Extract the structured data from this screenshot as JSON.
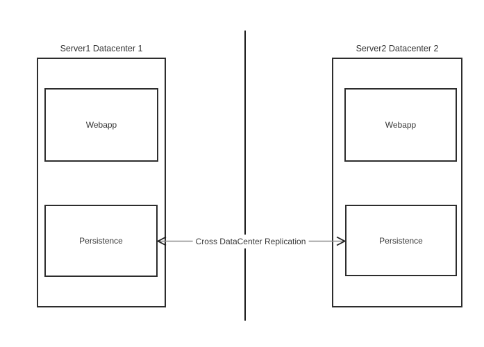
{
  "diagram": {
    "left_server": {
      "title": "Server1 Datacenter 1",
      "webapp_label": "Webapp",
      "persistence_label": "Persistence"
    },
    "right_server": {
      "title": "Server2 Datacenter 2",
      "webapp_label": "Webapp",
      "persistence_label": "Persistence"
    },
    "replication_edge": {
      "label": "Cross DataCenter Replication",
      "style": "double-headed-open-arrow"
    },
    "colors": {
      "box_border": "#2d2d2d",
      "divider": "#1a1a1a",
      "arrow_shaft": "#8c8c8c",
      "arrow_head": "#1f1f1f",
      "background": "#ffffff",
      "text": "#383838"
    }
  }
}
